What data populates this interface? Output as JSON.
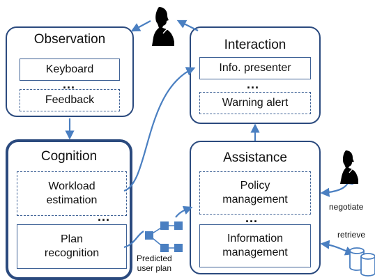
{
  "modules": {
    "observation": {
      "title": "Observation",
      "items": [
        "Keyboard",
        "Feedback"
      ]
    },
    "interaction": {
      "title": "Interaction",
      "items": [
        "Info. presenter",
        "Warning alert"
      ]
    },
    "cognition": {
      "title": "Cognition",
      "items": [
        "Workload\nestimation",
        "Plan\nrecognition"
      ]
    },
    "assistance": {
      "title": "Assistance",
      "items": [
        "Policy\nmanagement",
        "Information\nmanagement"
      ]
    }
  },
  "ellipsis": "...",
  "labels": {
    "negotiate": "negotiate",
    "retrieve": "retrieve",
    "predicted_plan": "Predicted\nuser plan"
  },
  "colors": {
    "module_border": "#2b4a7e",
    "item_border": "#3f6296",
    "arrow": "#4a7fc1",
    "plan_node": "#4a7fc1"
  },
  "icons": [
    "person-thinking-icon",
    "database-icon",
    "plan-graph-icon"
  ]
}
